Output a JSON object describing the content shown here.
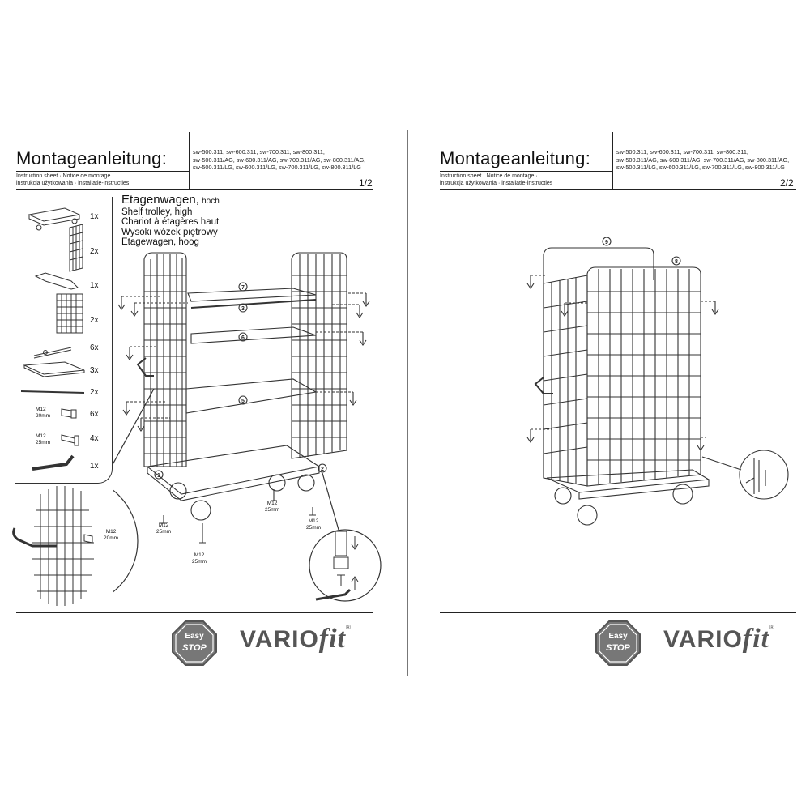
{
  "page1": {
    "title": "Montageanleitung:",
    "subtitle_line1": "Instruction sheet · Notice de montage ·",
    "subtitle_line2": "instrukcja użytkowania · installatie-instructies",
    "models": "sw-500.311, sw-600.311, sw-700.311, sw-800.311,\nsw-500.311/AG, sw-600.311/AG, sw-700.311/AG, sw-800.311/AG,\nsw-500.311/LG, sw-600.311/LG, sw-700.311/LG, sw-800.311/LG",
    "page_number": "1/2",
    "product": {
      "name_de": "Etagenwagen,",
      "name_de_suffix": "hoch",
      "name_en": "Shelf trolley, high",
      "name_fr": "Chariot à étagères haut",
      "name_pl": "Wysoki wózek piętrowy",
      "name_nl": "Etagewagen, hoog"
    },
    "parts": [
      {
        "qty": "1x",
        "item": "base-platform"
      },
      {
        "qty": "2x",
        "item": "mesh-side-panel"
      },
      {
        "qty": "1x",
        "item": "push-handle"
      },
      {
        "qty": "2x",
        "item": "mesh-panel"
      },
      {
        "qty": "6x",
        "item": "shelf-bracket"
      },
      {
        "qty": "3x",
        "item": "shelf-board"
      },
      {
        "qty": "2x",
        "item": "rod"
      },
      {
        "qty": "6x",
        "item": "bolt",
        "label": "M12\n20mm"
      },
      {
        "qty": "4x",
        "item": "bolt",
        "label": "M12\n25mm"
      },
      {
        "qty": "1x",
        "item": "hex-key"
      }
    ],
    "step_labels": [
      "7",
      "3",
      "6",
      "5",
      "1",
      "2"
    ],
    "bolt_labels": {
      "detail": "M12\n20mm",
      "b1": "M12\n25mm",
      "b2": "M12\n25mm",
      "b3": "M12\n25mm",
      "b4": "M12\n25mm"
    }
  },
  "page2": {
    "title": "Montageanleitung:",
    "subtitle_line1": "Instruction sheet · Notice de montage ·",
    "subtitle_line2": "instrukcja użytkowania · installatie-instructies",
    "models": "sw-500.311, sw-600.311, sw-700.311, sw-800.311,\nsw-500.311/AG, sw-600.311/AG, sw-700.311/AG, sw-800.311/AG,\nsw-500.311/LG, sw-600.311/LG, sw-700.311/LG, sw-800.311/LG",
    "page_number": "2/2",
    "step_labels": [
      "9",
      "8"
    ]
  },
  "brand": {
    "logo_top": "Easy",
    "logo_bottom": "STOP",
    "name_main": "VARIO",
    "name_fit": "fit",
    "registered": "®"
  }
}
